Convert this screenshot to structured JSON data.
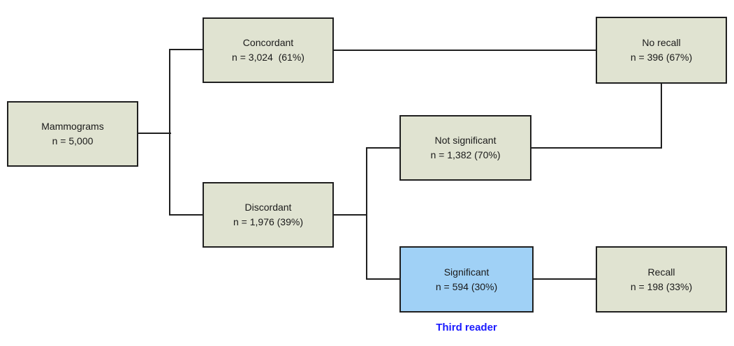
{
  "diagram": {
    "colors": {
      "background": "#ffffff",
      "box_fill": "#e0e3d1",
      "highlight_fill": "#a0d1f6",
      "box_border": "#1f1f1f",
      "line": "#1f1f1f",
      "annotation_text": "#1a1aff"
    },
    "nodes": {
      "mammograms": {
        "label": "Mammograms",
        "value": "n = 5,000"
      },
      "concordant": {
        "label": "Concordant",
        "value": "n = 3,024  (61%)"
      },
      "no_recall": {
        "label": "No recall",
        "value": "n = 396 (67%)"
      },
      "not_significant": {
        "label": "Not significant",
        "value": "n = 1,382 (70%)"
      },
      "discordant": {
        "label": "Discordant",
        "value": "n = 1,976 (39%)"
      },
      "significant": {
        "label": "Significant",
        "value": "n = 594 (30%)",
        "highlighted": "true"
      },
      "recall": {
        "label": "Recall",
        "value": "n = 198 (33%)"
      }
    },
    "annotation": {
      "text": "Third reader"
    }
  }
}
